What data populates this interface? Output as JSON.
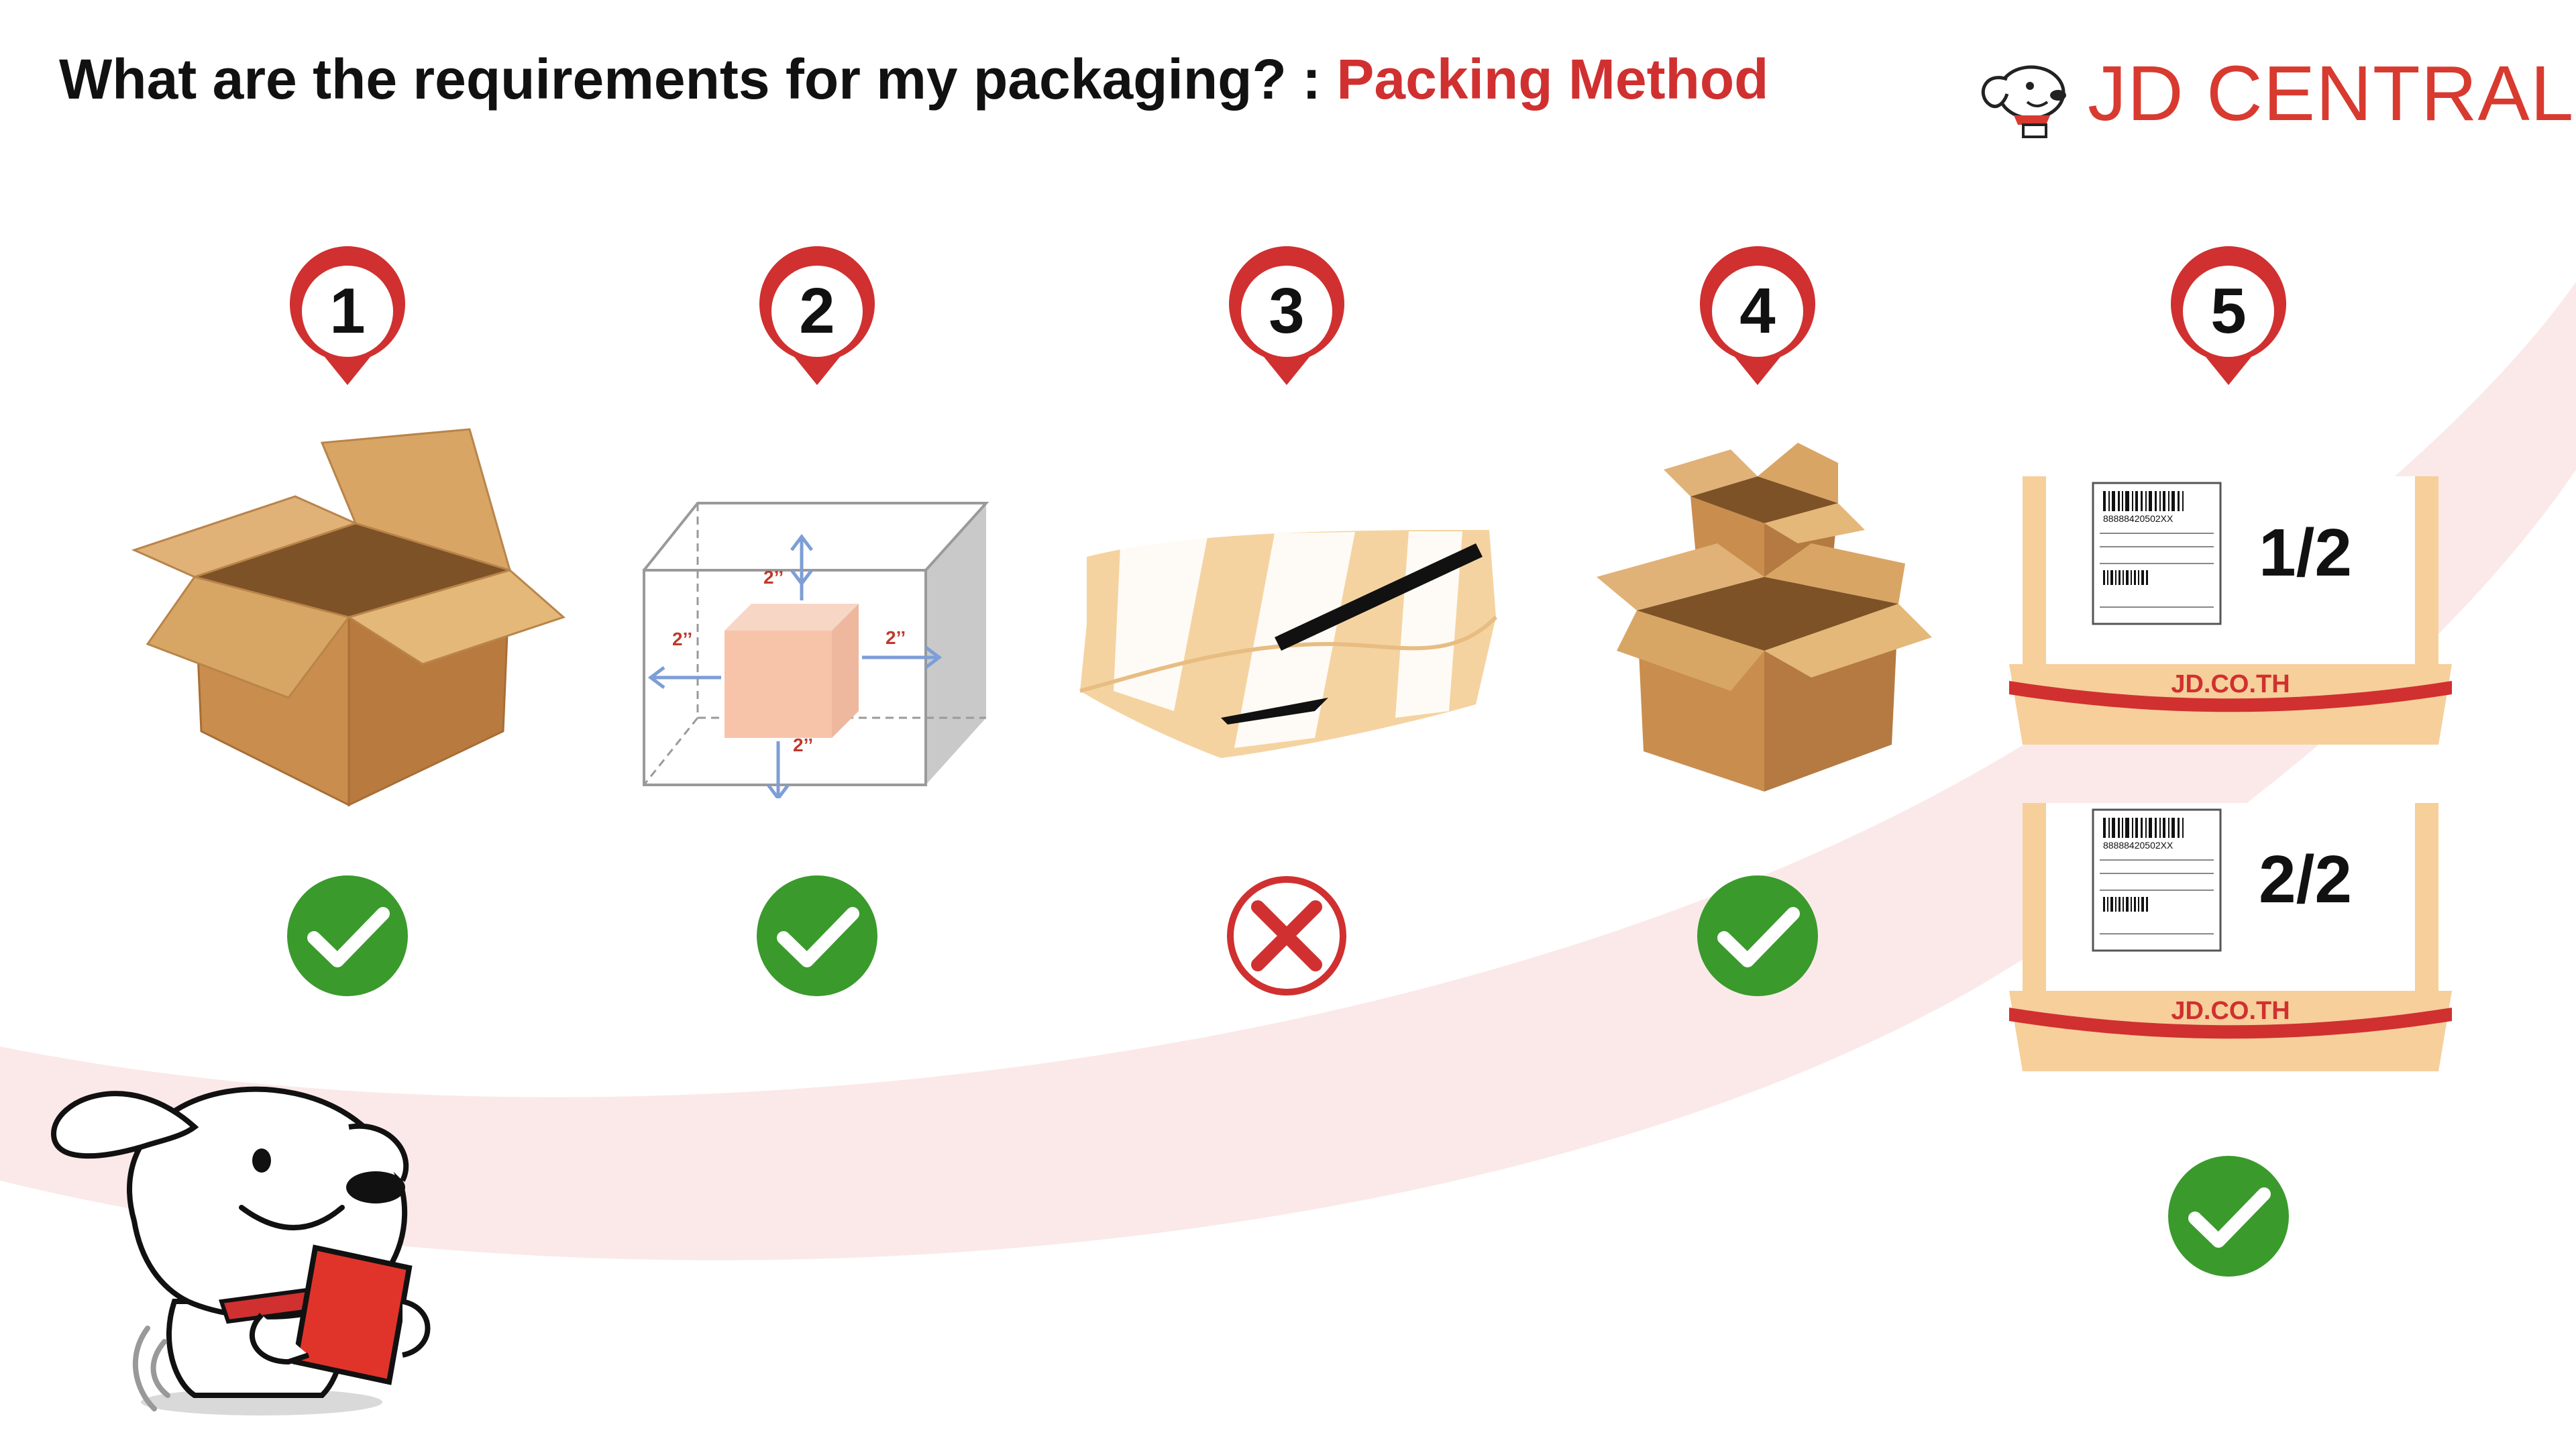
{
  "header": {
    "question": "What are the requirements for my packaging? : ",
    "topic": "Packing Method"
  },
  "brand": {
    "name": "JD CENTRAL"
  },
  "steps": [
    {
      "number": "1",
      "status": "ok"
    },
    {
      "number": "2",
      "status": "ok"
    },
    {
      "number": "3",
      "status": "not-ok"
    },
    {
      "number": "4",
      "status": "ok"
    },
    {
      "number": "5",
      "status": "ok"
    }
  ],
  "step2_dimensions": {
    "top": "2’’",
    "left": "2’’",
    "right": "2’’",
    "bottom": "2’’"
  },
  "step5_boxes": [
    {
      "label": "1/2",
      "side_text": "JD.CO.TH",
      "barcode_text": "88888420502XX"
    },
    {
      "label": "2/2",
      "side_text": "JD.CO.TH",
      "barcode_text": "88888420502XX"
    }
  ],
  "colors": {
    "accent_red": "#d03030",
    "check_green": "#3a9a2c",
    "cross_red": "#d03030",
    "cardboard": "#d9a96a",
    "swoosh": "#fbe9e9"
  }
}
